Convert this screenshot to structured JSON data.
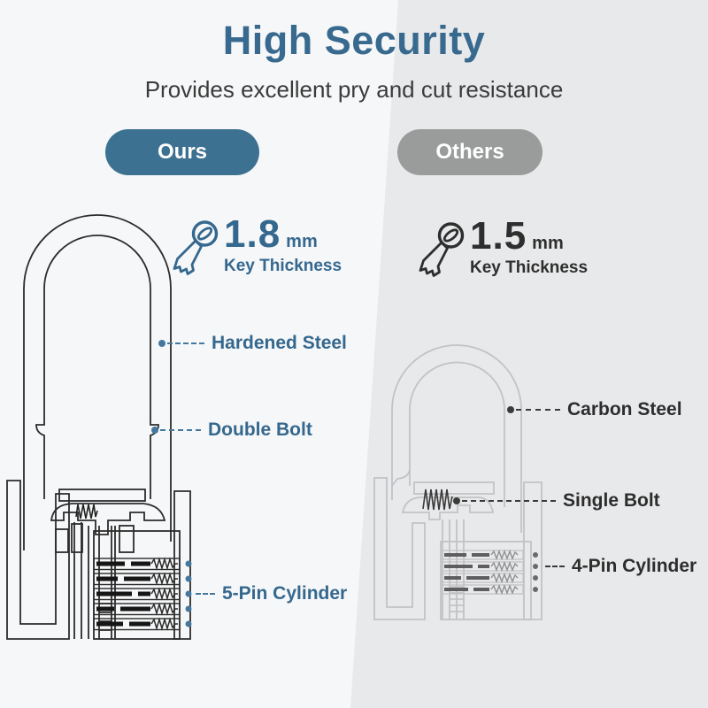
{
  "header": {
    "title": "High Security",
    "subtitle": "Provides excellent pry and cut resistance"
  },
  "ours": {
    "badge": "Ours",
    "key_thickness": {
      "value": "1.8",
      "unit": "mm",
      "label": "Key Thickness"
    },
    "annotations": {
      "shackle": "Hardened Steel",
      "bolt": "Double Bolt",
      "cylinder": "5-Pin Cylinder"
    }
  },
  "others": {
    "badge": "Others",
    "key_thickness": {
      "value": "1.5",
      "unit": "mm",
      "label": "Key Thickness"
    },
    "annotations": {
      "shackle": "Carbon Steel",
      "bolt": "Single Bolt",
      "cylinder": "4-Pin Cylinder"
    }
  },
  "colors": {
    "accent_blue": "#38698e",
    "pill_ours": "#3d7192",
    "pill_others": "#9a9c9c",
    "text_dark": "#2e2e2e",
    "bg_left": "#f6f7f8",
    "bg_right": "#e8e9ea",
    "pin_dot_ours": "#46789e",
    "pin_dot_others": "#6a6a6a"
  }
}
